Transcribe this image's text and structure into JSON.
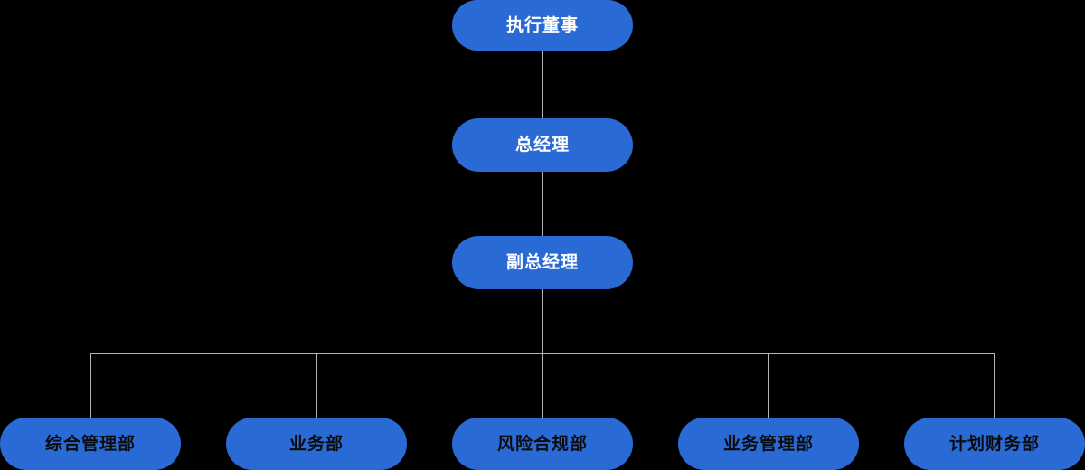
{
  "chart_data": {
    "type": "diagram",
    "diagram_type": "organization-chart",
    "title": "",
    "background_color": "#000000",
    "node_color": "#2a6ad4",
    "connector_color": "#b3b3b3",
    "orientation": "top-down",
    "levels": [
      {
        "level": 1,
        "nodes": [
          "执行董事"
        ]
      },
      {
        "level": 2,
        "nodes": [
          "总经理"
        ]
      },
      {
        "level": 3,
        "nodes": [
          "副总经理"
        ]
      },
      {
        "level": 4,
        "nodes": [
          "综合管理部",
          "业务部",
          "风险合规部",
          "业务管理部",
          "计划财务部"
        ]
      }
    ],
    "edges": [
      {
        "from": "执行董事",
        "to": "总经理"
      },
      {
        "from": "总经理",
        "to": "副总经理"
      },
      {
        "from": "副总经理",
        "to": "综合管理部"
      },
      {
        "from": "副总经理",
        "to": "业务部"
      },
      {
        "from": "副总经理",
        "to": "风险合规部"
      },
      {
        "from": "副总经理",
        "to": "业务管理部"
      },
      {
        "from": "副总经理",
        "to": "计划财务部"
      }
    ]
  },
  "nodes": {
    "executive_director": {
      "label": "执行董事",
      "text_color": "#ffffff"
    },
    "general_manager": {
      "label": "总经理",
      "text_color": "#ffffff"
    },
    "deputy_general_manager": {
      "label": "副总经理",
      "text_color": "#ffffff"
    },
    "departments": [
      {
        "label": "综合管理部",
        "text_color": "#0b0b0b"
      },
      {
        "label": "业务部",
        "text_color": "#0b0b0b"
      },
      {
        "label": "风险合规部",
        "text_color": "#0b0b0b"
      },
      {
        "label": "业务管理部",
        "text_color": "#0b0b0b"
      },
      {
        "label": "计划财务部",
        "text_color": "#0b0b0b"
      }
    ]
  }
}
